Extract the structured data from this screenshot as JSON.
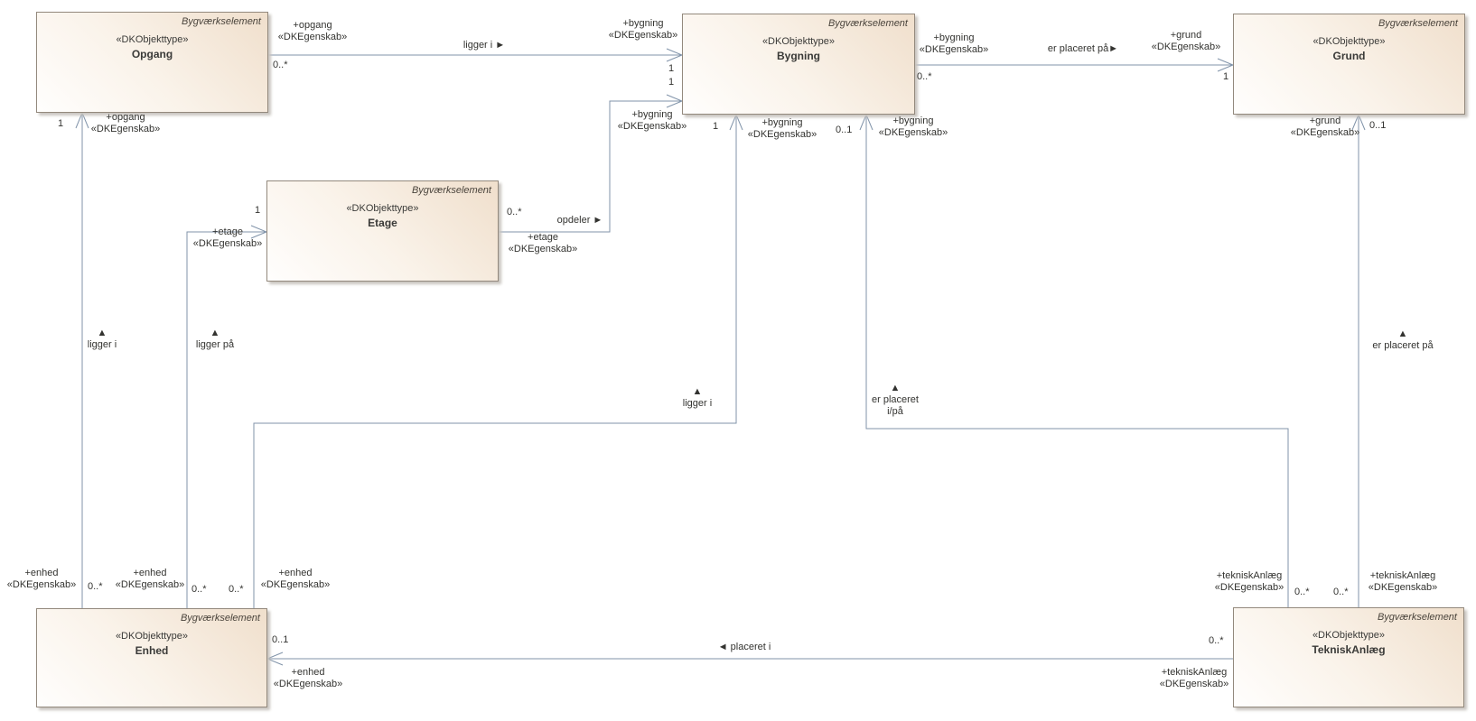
{
  "palette": {
    "line_color": "#8093a9",
    "box_border": "#93897d",
    "box_fill_light": "#fffefd",
    "box_fill_dark": "#f0dfcc",
    "text_color": "#333330"
  },
  "header_label": "Bygværkselement",
  "stereotype": "«DKObjekttype»",
  "classes": {
    "opgang": {
      "name": "Opgang"
    },
    "bygning": {
      "name": "Bygning"
    },
    "grund": {
      "name": "Grund"
    },
    "etage": {
      "name": "Etage"
    },
    "enhed": {
      "name": "Enhed"
    },
    "teknisk": {
      "name": "TekniskAnlæg"
    }
  },
  "assoc": {
    "opgang_bygning": {
      "name": "ligger i ►",
      "src_role": "+opgang\n«DKEgenskab»",
      "src_mult": "0..*",
      "tgt_role": "+bygning\n«DKEgenskab»",
      "tgt_mult": "1"
    },
    "etage_bygning": {
      "name": "opdeler ►",
      "src_role": "+etage\n«DKEgenskab»",
      "src_mult": "0..*",
      "tgt_role": "+bygning\n«DKEgenskab»",
      "tgt_mult": "1"
    },
    "bygning_grund": {
      "name": "er placeret på►",
      "src_role": "+bygning\n«DKEgenskab»",
      "src_mult": "0..*",
      "tgt_role": "+grund\n«DKEgenskab»",
      "tgt_mult": "1"
    },
    "enhed_opgang": {
      "name": "▲\nligger i",
      "src_role": "+enhed\n«DKEgenskab»",
      "src_mult": "0..*",
      "tgt_role": "+opgang\n«DKEgenskab»",
      "tgt_mult": "1"
    },
    "enhed_etage": {
      "name": "▲\nligger på",
      "src_role": "+enhed\n«DKEgenskab»",
      "src_mult": "0..*",
      "tgt_role": "+etage\n«DKEgenskab»",
      "tgt_mult": "1"
    },
    "enhed_bygning": {
      "name": "▲\nligger i",
      "src_role": "+enhed\n«DKEgenskab»",
      "src_mult": "0..*",
      "tgt_role": "+bygning\n«DKEgenskab»",
      "tgt_mult": "1"
    },
    "teknisk_bygning": {
      "name": "▲\ner placeret\ni/på",
      "src_role": "+tekniskAnlæg\n«DKEgenskab»",
      "src_mult": "0..*",
      "tgt_role": "+bygning\n«DKEgenskab»",
      "tgt_mult": "0..1"
    },
    "teknisk_grund": {
      "name": "▲\ner placeret på",
      "src_role": "+tekniskAnlæg\n«DKEgenskab»",
      "src_mult": "0..*",
      "tgt_role": "+grund\n«DKEgenskab»",
      "tgt_mult": "0..1"
    },
    "teknisk_enhed": {
      "name": "◄ placeret i",
      "src_role": "+tekniskAnlæg\n«DKEgenskab»",
      "src_mult": "0..*",
      "tgt_role": "+enhed\n«DKEgenskab»",
      "tgt_mult": "0..1"
    }
  }
}
